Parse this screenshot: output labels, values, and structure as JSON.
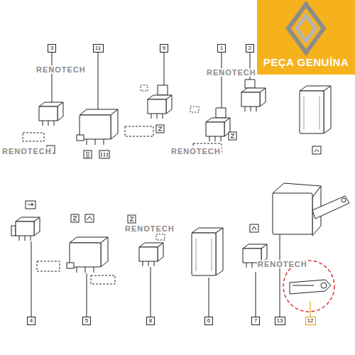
{
  "diagram": {
    "nodes": [
      {
        "text": [
          "3"
        ]
      },
      {
        "text": [
          "11"
        ]
      },
      {
        "text": [
          "9"
        ]
      },
      {
        "text": [
          "1"
        ]
      },
      {
        "text": [
          "2"
        ]
      },
      {
        "text": [
          "PEÇA GENUÍNA"
        ]
      },
      {
        "text": [
          "4"
        ]
      },
      {
        "text": [
          "5"
        ]
      },
      {
        "text": [
          "8"
        ]
      },
      {
        "text": [
          "6"
        ]
      },
      {
        "text": [
          "7"
        ]
      },
      {
        "text": [
          "13"
        ]
      },
      {
        "text": [
          "12"
        ]
      }
    ],
    "labels": [
      "RENOTECH",
      "RENOTECH",
      "RENOTECH",
      "RENOTECH",
      "RENOTECH",
      "RENOTECH"
    ]
  }
}
